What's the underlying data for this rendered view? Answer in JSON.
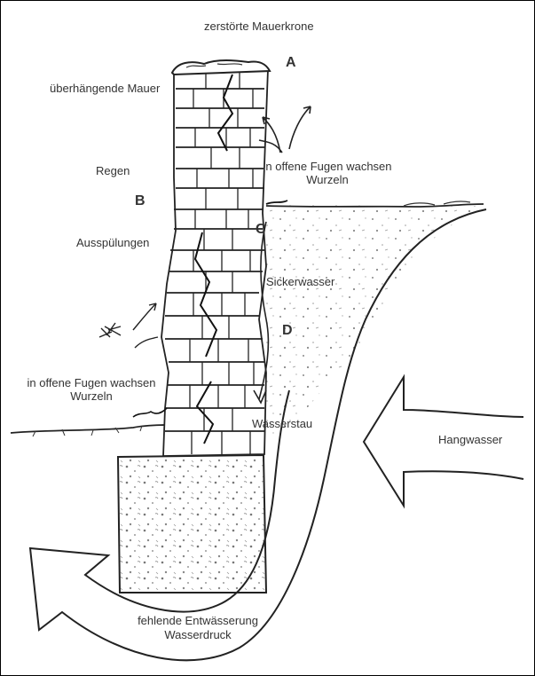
{
  "labels": {
    "crown": "zerstörte Mauerkrone",
    "overhang": "überhängende Mauer",
    "rain": "Regen",
    "roots_top": "in offene Fugen wachsen Wurzeln",
    "washout": "Ausspülungen",
    "seepage": "Sickerwasser",
    "roots_bottom": "in offene Fugen wachsen Wurzeln",
    "waterlog": "Wasserstau",
    "slope_water": "Hangwasser",
    "drainage": "fehlende Entwässerung",
    "pressure": "Wasserdruck"
  },
  "letters": {
    "a": "A",
    "b": "B",
    "c": "C",
    "d": "D"
  }
}
